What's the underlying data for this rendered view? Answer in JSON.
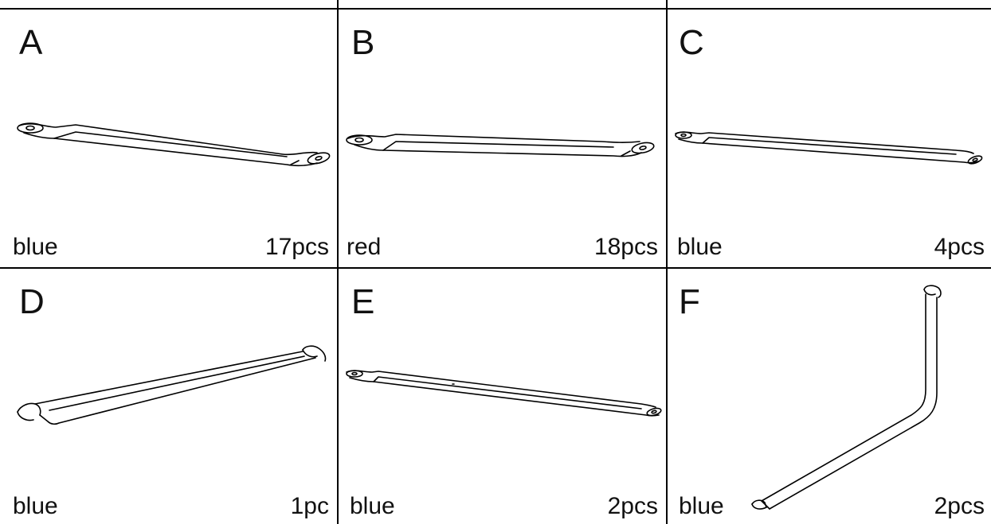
{
  "parts": [
    {
      "letter": "A",
      "color": "blue",
      "qty": "17pcs"
    },
    {
      "letter": "B",
      "color": "red",
      "qty": "18pcs"
    },
    {
      "letter": "C",
      "color": "blue",
      "qty": "4pcs"
    },
    {
      "letter": "D",
      "color": "blue",
      "qty": "1pc"
    },
    {
      "letter": "E",
      "color": "blue",
      "qty": "2pcs"
    },
    {
      "letter": "F",
      "color": "blue",
      "qty": "2pcs"
    }
  ]
}
